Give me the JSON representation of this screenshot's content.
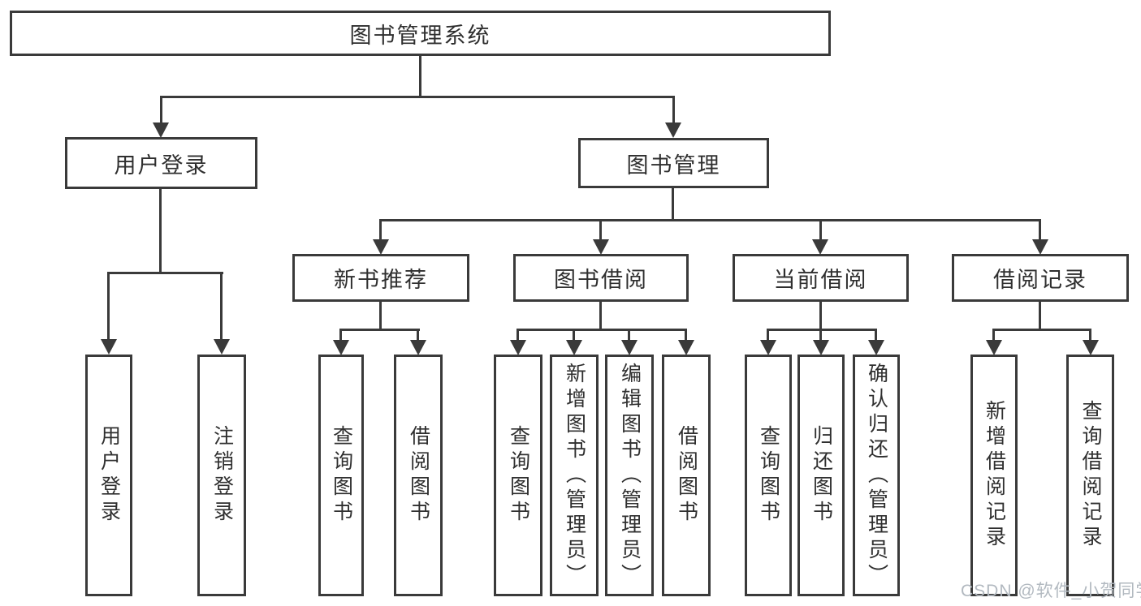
{
  "diagram": {
    "root_label": "图书管理系统",
    "level2": {
      "user_login": "用户登录",
      "book_management": "图书管理"
    },
    "level3": {
      "new_book_recommend": "新书推荐",
      "book_borrowing": "图书借阅",
      "current_borrowing": "当前借阅",
      "borrowing_records": "借阅记录"
    },
    "leaves": {
      "user_login": [
        "用户登录",
        "注销登录"
      ],
      "new_book_recommend": [
        "查询图书",
        "借阅图书"
      ],
      "book_borrowing": [
        "查询图书",
        "新增图书（管理员）",
        "编辑图书（管理员）",
        "借阅图书"
      ],
      "current_borrowing": [
        "查询图书",
        "归还图书",
        "确认归还（管理员）"
      ],
      "borrowing_records": [
        "新增借阅记录",
        "查询借阅记录"
      ]
    }
  },
  "watermark": {
    "text": "CSDN @软件_小贺同学"
  },
  "colors": {
    "line": "#3a3a3a",
    "text": "#2f2f2f",
    "watermark": "#b2b9c0",
    "background": "#ffffff"
  }
}
